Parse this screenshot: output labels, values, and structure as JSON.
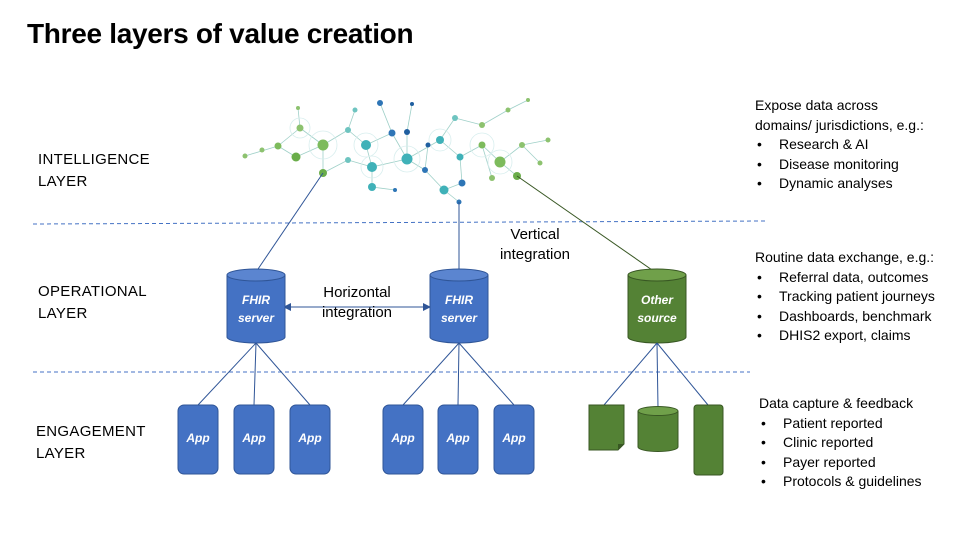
{
  "title": "Three layers of value creation",
  "layers": {
    "intelligence": [
      "INTELLIGENCE",
      "LAYER"
    ],
    "operational": [
      "OPERATIONAL",
      "LAYER"
    ],
    "engagement": [
      "ENGAGEMENT",
      "LAYER"
    ]
  },
  "annotations": {
    "vertical": [
      "Vertical",
      "integration"
    ],
    "horizontal": [
      "Horizontal",
      "integration"
    ]
  },
  "nodes": {
    "fhir_label_1": [
      "FHIR",
      "server"
    ],
    "fhir_label_2": [
      "FHIR",
      "server"
    ],
    "other_label": [
      "Other",
      "source"
    ],
    "app_label": "App"
  },
  "side_notes": {
    "intelligence": {
      "heading": [
        "Expose data across",
        "domains/ jurisdictions, e.g.:"
      ],
      "items": [
        "Research & AI",
        "Disease monitoring",
        "Dynamic analyses"
      ]
    },
    "operational": {
      "heading": [
        "Routine data exchange, e.g.:"
      ],
      "items": [
        "Referral data, outcomes",
        "Tracking patient journeys",
        "Dashboards, benchmark",
        "DHIS2 export, claims"
      ]
    },
    "engagement": {
      "heading": [
        "Data capture & feedback"
      ],
      "items": [
        "Patient reported",
        "Clinic reported",
        "Payer reported",
        "Protocols & guidelines"
      ]
    }
  },
  "colors": {
    "blue_fill": "#4472c4",
    "blue_stroke": "#2f5597",
    "green_fill": "#548235",
    "green_stroke": "#385723",
    "connector": "#2f5597",
    "divider": "#4472c4"
  }
}
